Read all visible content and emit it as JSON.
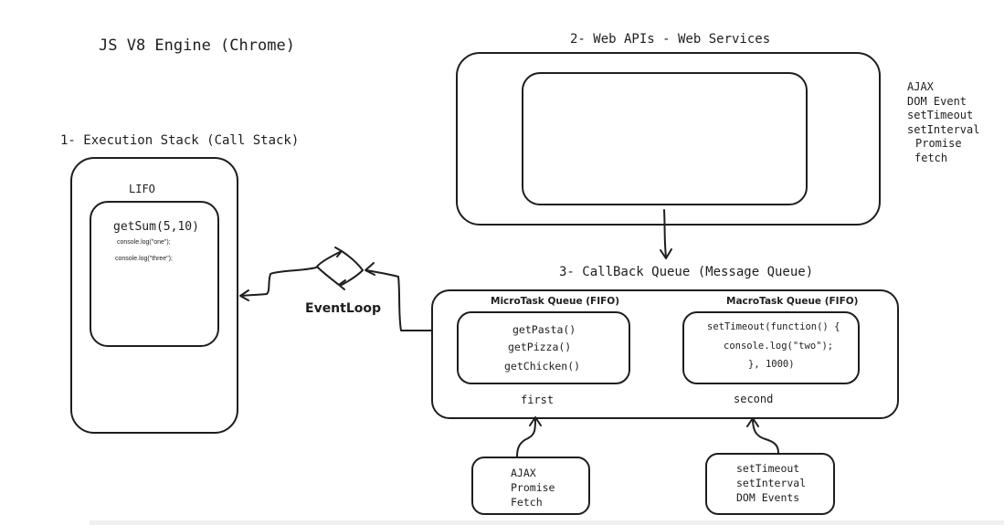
{
  "title": "JS V8 Engine (Chrome)",
  "execution_stack": {
    "heading": "1- Execution Stack (Call Stack)",
    "order": "LIFO",
    "frames": [
      "getSum(5,10)",
      "console.log(\"one\");",
      "console.log(\"three\");"
    ]
  },
  "web_apis": {
    "heading": "2- Web APIs - Web Services",
    "list": [
      "AJAX",
      "DOM Event",
      "setTimeout",
      "setInterval",
      "Promise",
      "fetch"
    ]
  },
  "event_loop": {
    "label": "EventLoop"
  },
  "callback_queue": {
    "heading": "3- CallBack Queue (Message Queue)",
    "micro": {
      "title": "MicroTask Queue (FIFO)",
      "items": [
        "getPasta()",
        "getPizza()",
        "getChicken()"
      ],
      "priority": "first",
      "sources": [
        "AJAX",
        "Promise",
        "Fetch"
      ]
    },
    "macro": {
      "title": "MacroTask Queue (FIFO)",
      "lines": [
        "setTimeout(function() {",
        "console.log(\"two\");",
        "}, 1000)"
      ],
      "priority": "second",
      "sources": [
        "setTimeout",
        "setInterval",
        "DOM Events"
      ]
    }
  }
}
